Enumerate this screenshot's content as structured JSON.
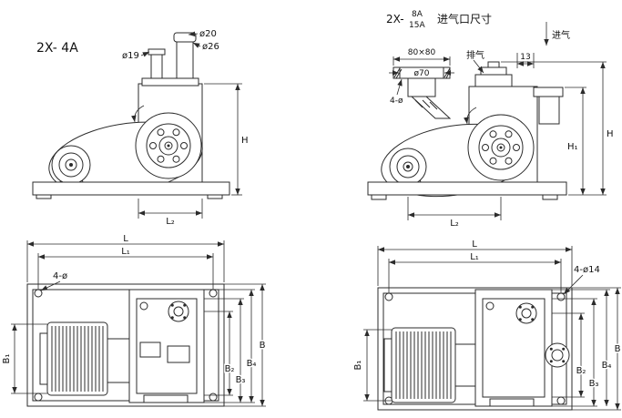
{
  "drawing": {
    "view_4a_side": {
      "model": "2X- 4A",
      "dia19": "ø19",
      "dia20": "ø20",
      "dia26": "ø26",
      "H": "H",
      "L2": "L₂"
    },
    "view_8a15a_side": {
      "title_prefix": "2X-",
      "title_top": "8A",
      "title_bottom": "15A",
      "title_suffix": "进气口尺寸",
      "square": "80×80",
      "dia70": "ø70",
      "four_dia": "4-ø",
      "exhaust": "排气",
      "offset13": "13",
      "intake": "进气",
      "H": "H",
      "H1": "H₁",
      "L2": "L₂"
    },
    "view_4a_top": {
      "L": "L",
      "L1": "L₁",
      "four_dia": "4-ø",
      "B1": "B₁",
      "B2": "B₂",
      "B3": "B₃",
      "B4": "B₄",
      "B": "B"
    },
    "view_8a15a_top": {
      "L": "L",
      "L1": "L₁",
      "four_dia14": "4-ø14",
      "B1": "B₁",
      "B2": "B₂",
      "B3": "B₃",
      "B4": "B₄",
      "B": "B"
    }
  }
}
